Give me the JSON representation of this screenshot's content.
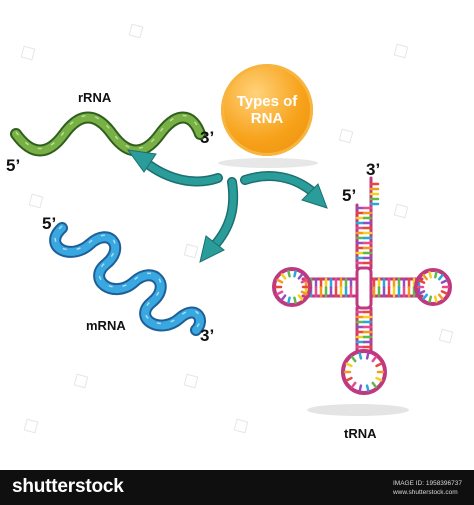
{
  "badge": {
    "title": "Types of\nRNA",
    "color": "#f7a21a"
  },
  "rrna": {
    "name": "rRNA",
    "five_prime": "5’",
    "three_prime": "3’",
    "color": "#78b046"
  },
  "mrna": {
    "name": "mRNA",
    "five_prime": "5’",
    "three_prime": "3’",
    "color": "#3aa8e0"
  },
  "trna": {
    "name": "tRNA",
    "five_prime": "5’",
    "three_prime": "3’",
    "backbone_color": "#c0397e"
  },
  "arrow_color": "#2a9d9b",
  "footer": {
    "logo": "shutterstock",
    "image_id": "IMAGE ID: 1958396737",
    "site": "www.shutterstock.com"
  }
}
